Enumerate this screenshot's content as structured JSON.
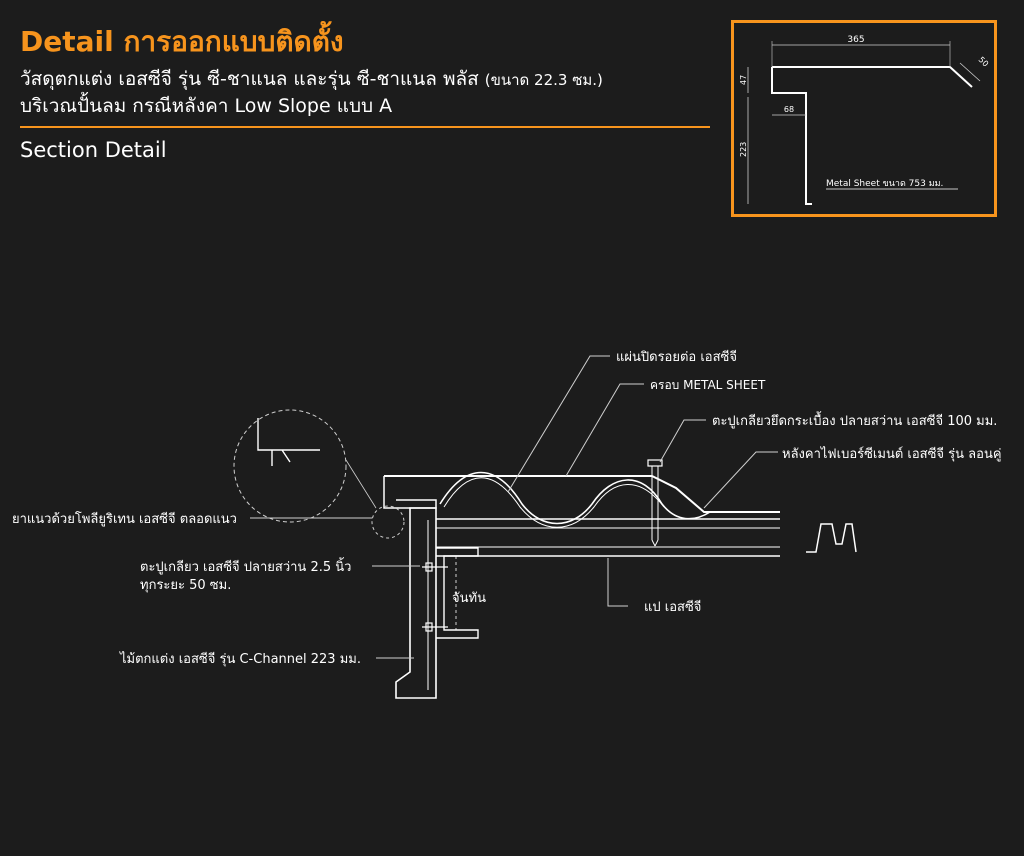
{
  "header": {
    "title": "Detail การออกแบบติดตั้ง",
    "subtitle_line1": "วัสดุตกแต่ง เอสซีจี รุ่น ซี-ชาแนล และรุ่น ซี-ชาแนล พลัส",
    "subtitle_size_note": "(ขนาด 22.3 ซม.)",
    "subtitle_line2": "บริเวณปั้นลม กรณีหลังคา Low Slope แบบ A",
    "section_title": "Section Detail"
  },
  "inset": {
    "dim_top": "365",
    "dim_angle": "50",
    "dim_left_small": "47",
    "dim_inner": "68",
    "dim_height": "223",
    "sheet_label": "Metal Sheet ขนาด 753 มม."
  },
  "labels": {
    "flashing": "แผ่นปิดรอยต่อ เอสซีจี",
    "metal_cover": "ครอบ METAL SHEET",
    "roof_screw": "ตะปูเกลียวยึดกระเบื้อง ปลายสว่าน เอสซีจี 100 มม.",
    "roof_sheet": "หลังคาไฟเบอร์ซีเมนต์ เอสซีจี รุ่น ลอนคู่",
    "sealant": "ยาแนวด้วยโพลียูริเทน เอสซีจี ตลอดแนว",
    "screw_line1": "ตะปูเกลียว เอสซีจี ปลายสว่าน 2.5 นิ้ว",
    "screw_line2": "ทุกระยะ 50 ซม.",
    "bracket": "จันทัน",
    "purlin": "แป เอสซีจี",
    "trim": "ไม้ตกแต่ง เอสซีจี รุ่น C-Channel 223 มม."
  },
  "colors": {
    "accent": "#f7941d",
    "background": "#1c1c1c",
    "line": "#ffffff"
  }
}
